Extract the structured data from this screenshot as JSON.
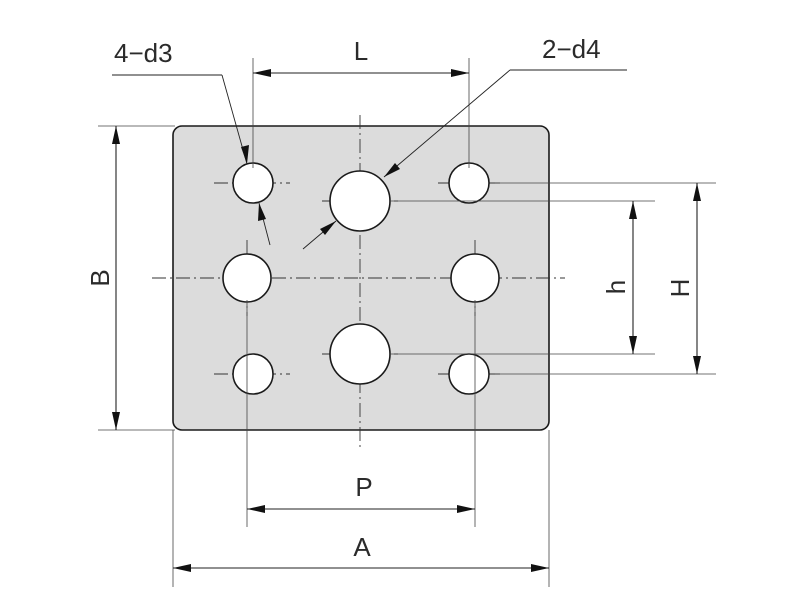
{
  "labels": {
    "L": "L",
    "P": "P",
    "A": "A",
    "B": "B",
    "h": "h",
    "H": "H",
    "d3_callout": "4−d3",
    "d4_callout": "2−d4"
  },
  "colors": {
    "plate_fill": "#dcdcdc",
    "line": "#1a1a1a"
  }
}
